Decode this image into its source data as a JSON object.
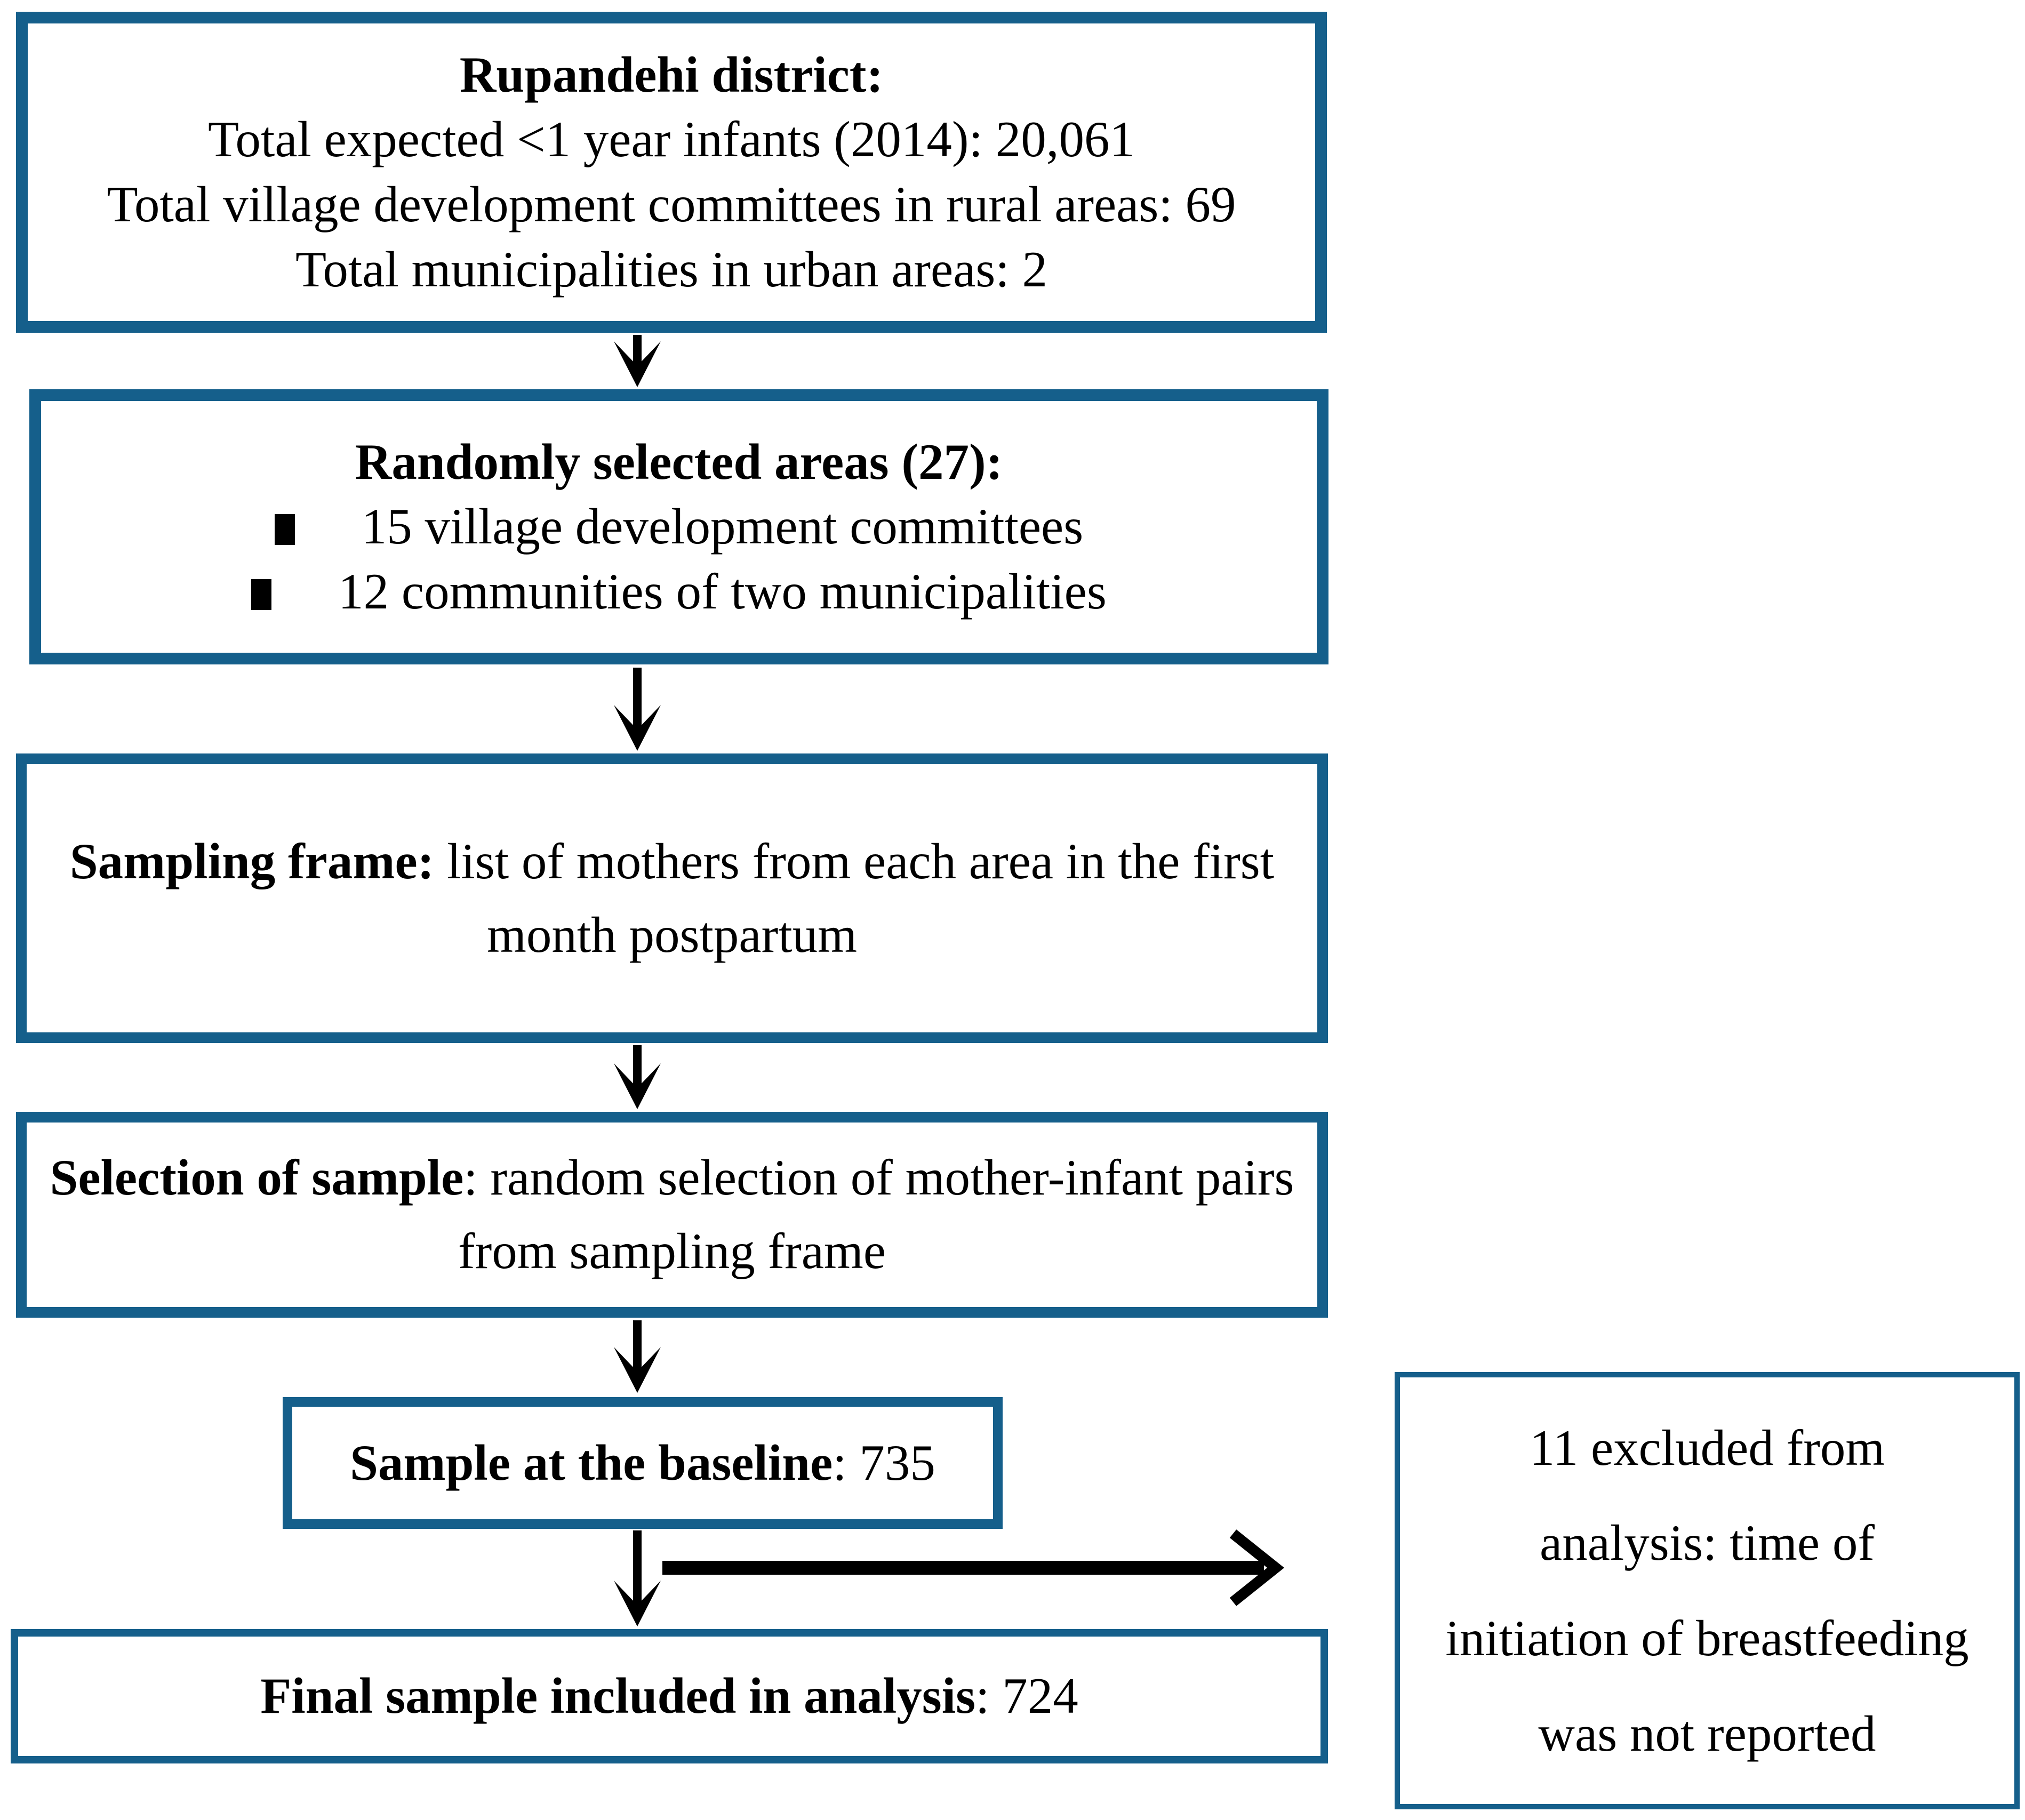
{
  "colors": {
    "box_border": "#155F8B",
    "arrow": "#000000",
    "background": "#FFFFFF",
    "text": "#000000"
  },
  "boxes": {
    "district": {
      "title": "Rupandehi district:",
      "lines": [
        "Total expected <1 year infants (2014): 20,061",
        "Total village development committees in rural areas: 69",
        "Total municipalities in urban areas: 2"
      ]
    },
    "selected_areas": {
      "title": "Randomly selected areas (27):",
      "bullets": [
        "15 village development committees",
        "12 communities of two municipalities"
      ]
    },
    "sampling_frame": {
      "label_bold": "Sampling frame:",
      "label_rest": " list of mothers from each area in the first month postpartum"
    },
    "selection_of_sample": {
      "label_bold": "Selection of sample",
      "label_rest": ": random selection of mother-infant pairs from sampling frame"
    },
    "baseline_sample": {
      "label_bold": "Sample at the baseline",
      "label_rest": ": 735"
    },
    "final_sample": {
      "label_bold": "Final sample included in analysis",
      "label_rest": ": 724"
    },
    "excluded_note": {
      "lines": [
        "11 excluded from",
        "analysis: time of",
        "initiation of breastfeeding",
        "was not reported"
      ]
    }
  }
}
